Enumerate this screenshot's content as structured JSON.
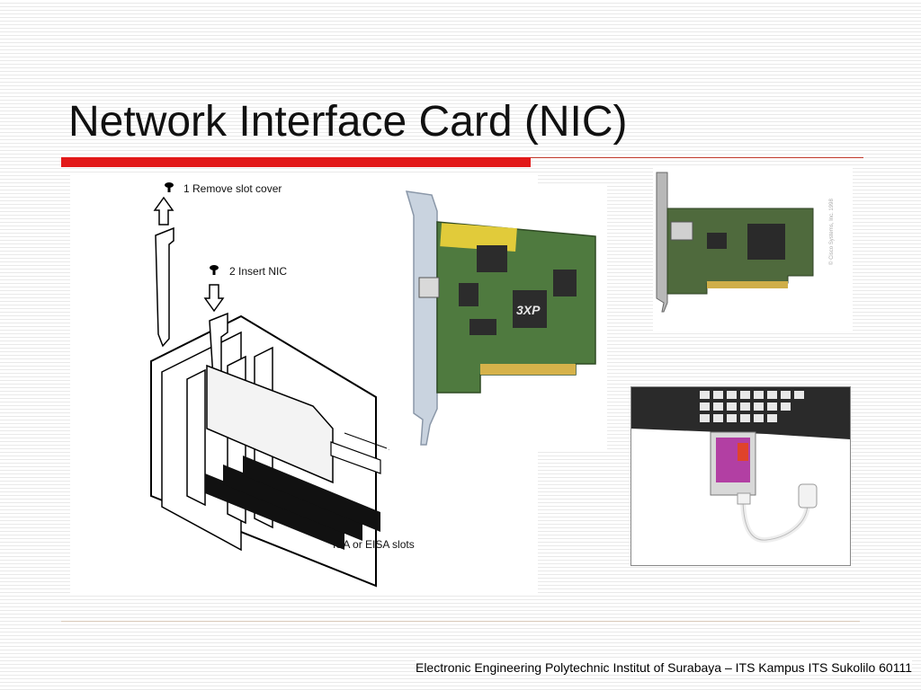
{
  "slide": {
    "title": "Network Interface Card (NIC)",
    "footer": "Electronic Engineering Polytechnic Institut of Surabaya – ITS Kampus ITS Sukolilo 60111",
    "accent_color": "#e21a1a"
  },
  "diagram": {
    "step1": "1  Remove slot cover",
    "step2": "2  Insert NIC",
    "slots_label": "ISA or EISA slots"
  },
  "photos": {
    "nic_chip_text": "3XP",
    "small_card_credit": "© Cisco Systems, Inc. 1998"
  },
  "icons": [
    "screw-icon",
    "up-arrow-icon",
    "down-arrow-icon"
  ]
}
